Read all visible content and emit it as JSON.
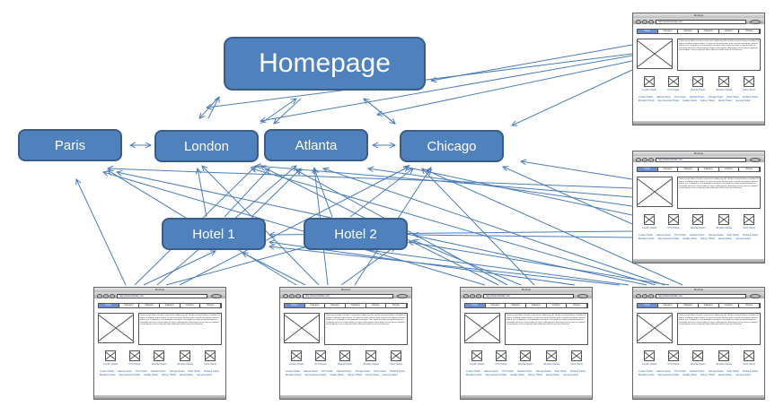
{
  "nodes": {
    "homepage": "Homepage",
    "paris": "Paris",
    "london": "London",
    "atlanta": "Atlanta",
    "chicago": "Chicago",
    "hotel1": "Hotel 1",
    "hotel2": "Hotel 2"
  },
  "colors": {
    "node_fill": "#4f81bd",
    "node_border": "#385d8a",
    "arrow": "#4a7ebb"
  },
  "wireframe": {
    "title": "Mockup",
    "url": "http://www.hotelsite.com",
    "nav": [
      "Home",
      "Category",
      "Category",
      "Category",
      "Explore",
      "Privacy"
    ],
    "body_text": "Lorem ipsum dolor sit amet, consectetur adipiscing elit, sed do eiusmod tempor incididunt ut labore et dolore magna aliqua. Ut enim ad minim veniam, quis nostrud exercitation ullamco laboris nisi ut aliquip ex ea commodo consequat. Duis aute irure dolor in reprehenderit in voluptate velit esse cillum dolore eu fugiat nulla pariatur. Excepteur sint occaecat cupidatat non proident, sunt in culpa qui officia deserunt mollit anim id est laborum.",
    "thumb_links": [
      "London Hotels",
      "NYC Hotels",
      "Orlando Hotels",
      "Brooklyn Hotels",
      "Paris Hotels"
    ],
    "footer_links": [
      "London Hotels",
      "Atlanta Hotels",
      "NYC Hotels",
      "Orlando Hotels",
      "Chicago Hotels",
      "Paris Hotels",
      "Portland Hotels",
      "Brooklyn Hotels",
      "San Francisco Hotels",
      "Seattle Hotels",
      "Sydney Hotels",
      "Detroit Hotels",
      "Geneva Hotels"
    ]
  }
}
